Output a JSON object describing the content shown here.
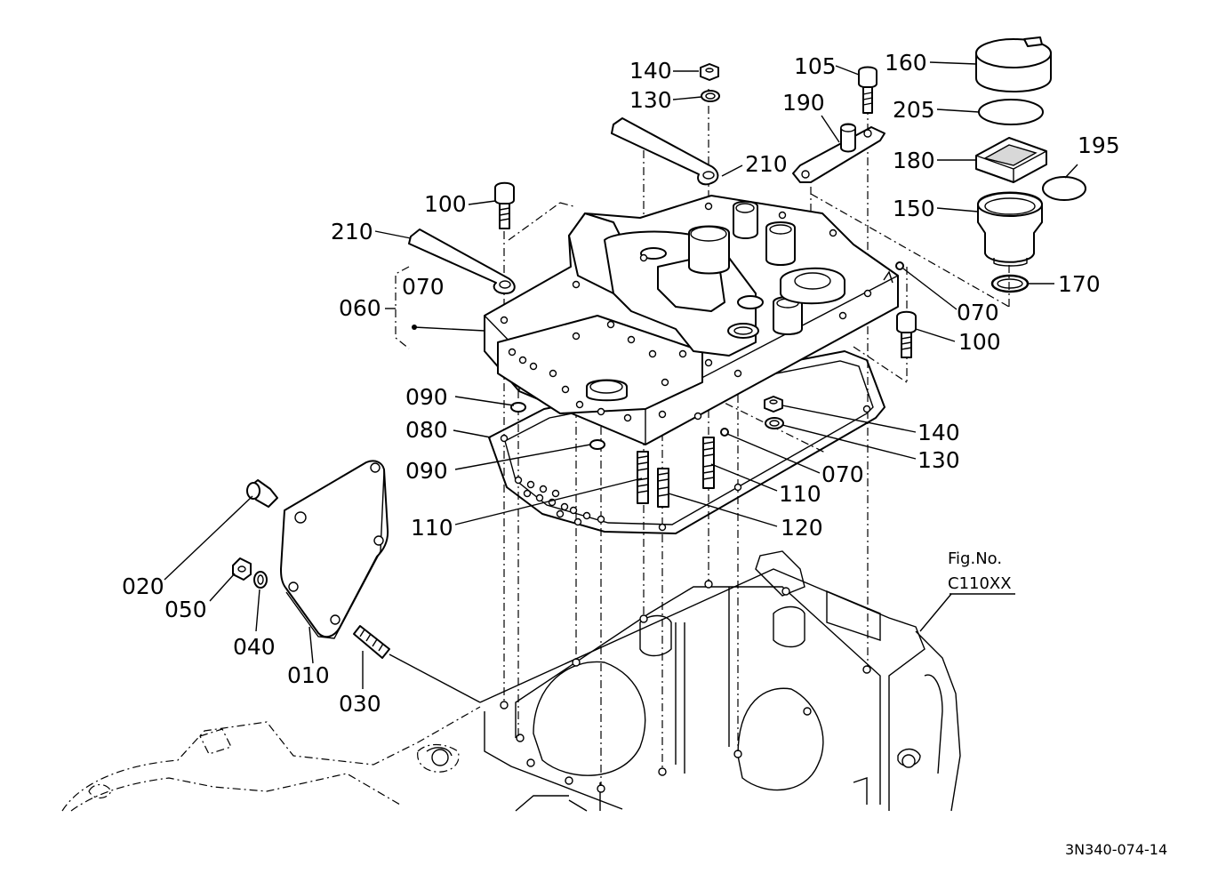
{
  "labels": {
    "p140_top": "140",
    "p130_top": "130",
    "p105": "105",
    "p160": "160",
    "p190": "190",
    "p205": "205",
    "p195": "195",
    "p210_top": "210",
    "p180": "180",
    "p100_left": "100",
    "p150": "150",
    "p210_left": "210",
    "p070_top": "070",
    "p060": "060",
    "p170": "170",
    "p070_right": "070",
    "p100_right": "100",
    "p090_a": "090",
    "p080": "080",
    "p140_mid": "140",
    "p130_mid": "130",
    "p090_b": "090",
    "p070_mid": "070",
    "p110_right": "110",
    "p110_left": "110",
    "p120": "120",
    "p020": "020",
    "p050": "050",
    "p040": "040",
    "p010": "010",
    "p030": "030"
  },
  "fig": {
    "title": "Fig.No.",
    "code": "C110XX"
  },
  "doc_number": "3N340-074-14"
}
